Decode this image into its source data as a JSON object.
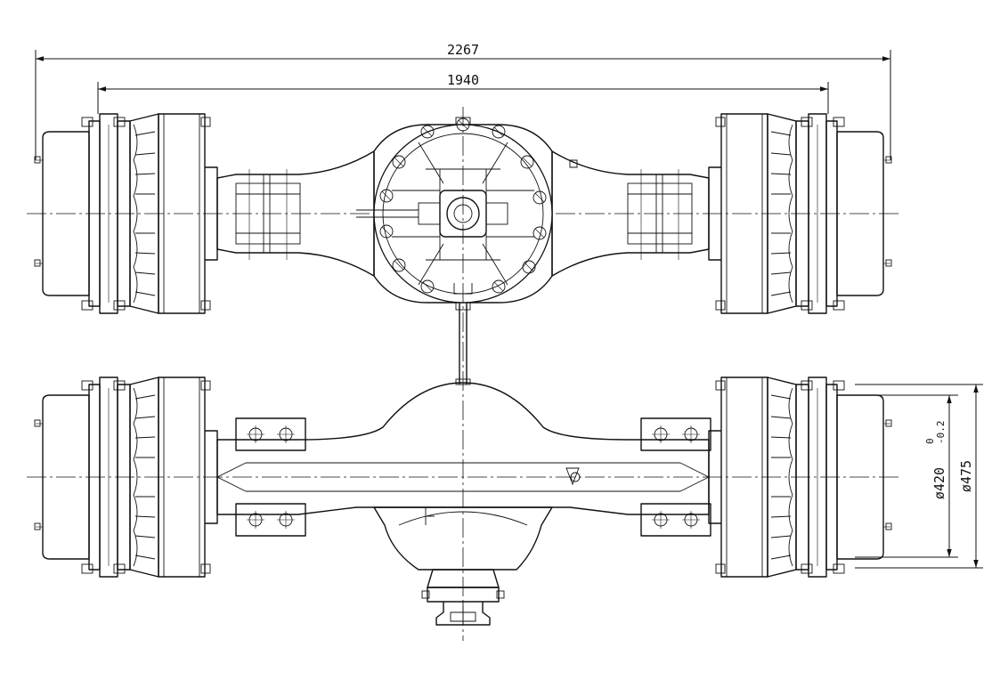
{
  "dimensions": {
    "overall_width": "2267",
    "track_width": "1940",
    "inner_diameter_main": "ø420",
    "inner_diameter_tolerance_lower": "-0.2",
    "inner_diameter_tolerance_upper": "0",
    "outer_diameter": "ø475"
  }
}
